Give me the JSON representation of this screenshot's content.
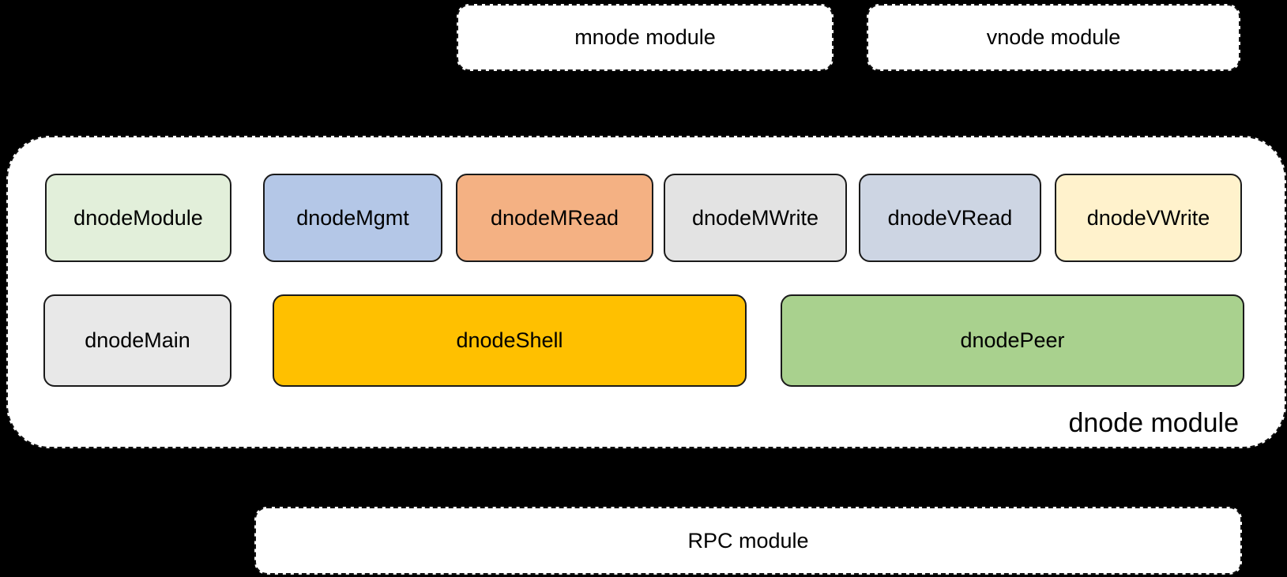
{
  "diagram": {
    "top_modules": [
      {
        "id": "mnode",
        "label": "mnode module"
      },
      {
        "id": "vnode",
        "label": "vnode module"
      }
    ],
    "dnode": {
      "label": "dnode module",
      "row1": [
        {
          "label": "dnodeModule",
          "color": "#E2EFDA"
        },
        {
          "label": "dnodeMgmt",
          "color": "#B4C7E7"
        },
        {
          "label": "dnodeMRead",
          "color": "#F4B183"
        },
        {
          "label": "dnodeMWrite",
          "color": "#E3E3E3"
        },
        {
          "label": "dnodeVRead",
          "color": "#CDD5E3"
        },
        {
          "label": "dnodeVWrite",
          "color": "#FFF2CC"
        }
      ],
      "row2": [
        {
          "label": "dnodeMain",
          "color": "#E8E8E8"
        },
        {
          "label": "dnodeShell",
          "color": "#FFC000"
        },
        {
          "label": "dnodePeer",
          "color": "#A9D18E"
        }
      ]
    },
    "bottom_module": {
      "label": "RPC module"
    },
    "connections": [
      {
        "from": "mnode module",
        "to": "dnodeMRead"
      },
      {
        "from": "mnode module",
        "to": "dnodeMWrite"
      },
      {
        "from": "vnode module",
        "to": "dnodeVRead"
      },
      {
        "from": "vnode module",
        "to": "dnodeVWrite"
      },
      {
        "from": "dnodeShell",
        "to": "RPC module"
      },
      {
        "from": "dnodePeer",
        "to": "RPC module"
      }
    ]
  }
}
